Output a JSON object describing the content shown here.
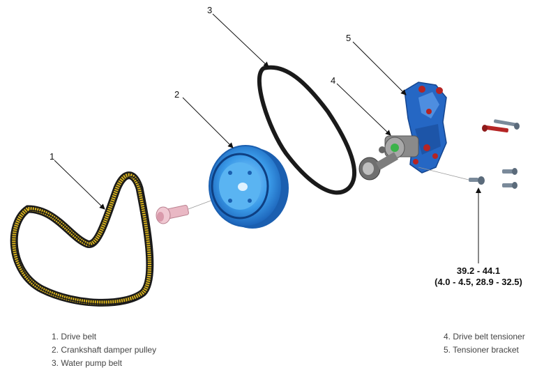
{
  "callouts": {
    "c1": "1",
    "c2": "2",
    "c3": "3",
    "c4": "4",
    "c5": "5"
  },
  "torque": {
    "line1": "39.2 - 44.1",
    "line2": "(4.0 - 4.5, 28.9 - 32.5)"
  },
  "legend_left": [
    "1. Drive belt",
    "2. Crankshaft damper pulley",
    "3. Water pump belt"
  ],
  "legend_right": [
    "4. Drive belt tensioner",
    "5. Tensioner bracket"
  ],
  "colors": {
    "belt_outer": "#1a1a1a",
    "belt_inner": "#d8b21c",
    "pulley": "#2f8fe0",
    "pulley_dark": "#1a5fb0",
    "bracket": "#2567c4",
    "bolt_red": "#b42424",
    "tensioner_gray": "#8a8a8a",
    "bolt_pink": "#e9b8c4"
  }
}
